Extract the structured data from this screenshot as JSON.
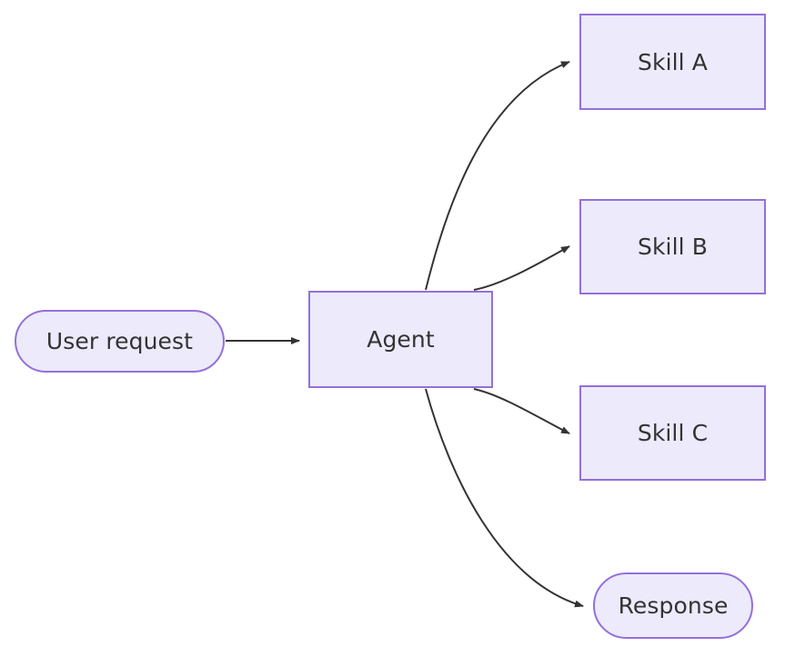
{
  "diagram": {
    "title": "Agent skill routing flowchart",
    "background_color": "#ffffff",
    "node_fill_color": "#ECEAFB",
    "node_border_color": "#9370DB",
    "text_color": "#333333",
    "edge_color": "#333333",
    "direction": "left-to-right",
    "nodes": [
      {
        "id": "user-request",
        "label": "User request",
        "shape": "stadium"
      },
      {
        "id": "agent",
        "label": "Agent",
        "shape": "rectangle"
      },
      {
        "id": "skill-a",
        "label": "Skill A",
        "shape": "rectangle"
      },
      {
        "id": "skill-b",
        "label": "Skill B",
        "shape": "rectangle"
      },
      {
        "id": "skill-c",
        "label": "Skill C",
        "shape": "rectangle"
      },
      {
        "id": "response",
        "label": "Response",
        "shape": "stadium"
      }
    ],
    "edges": [
      {
        "id": "edge-user-request-agent",
        "from": "user-request",
        "to": "agent",
        "label": "",
        "arrowhead": "solid-triangle"
      },
      {
        "id": "edge-agent-skill-a",
        "from": "agent",
        "to": "skill-a",
        "label": "",
        "arrowhead": "solid-triangle"
      },
      {
        "id": "edge-agent-skill-b",
        "from": "agent",
        "to": "skill-b",
        "label": "",
        "arrowhead": "solid-triangle"
      },
      {
        "id": "edge-agent-skill-c",
        "from": "agent",
        "to": "skill-c",
        "label": "",
        "arrowhead": "solid-triangle"
      },
      {
        "id": "edge-agent-response",
        "from": "agent",
        "to": "response",
        "label": "",
        "arrowhead": "solid-triangle"
      }
    ]
  }
}
